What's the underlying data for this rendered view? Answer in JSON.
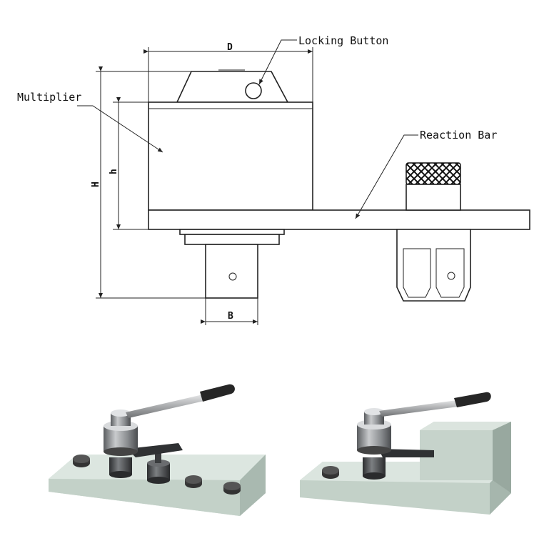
{
  "labels": {
    "locking_button": "Locking Button",
    "multiplier": "Multiplier",
    "reaction_bar": "Reaction Bar"
  },
  "dimensions": {
    "d": "D",
    "h_total": "H",
    "h_body": "h",
    "b": "B"
  },
  "colors": {
    "line": "#222222",
    "base_plate": "#cfdcd4",
    "base_plate_side": "#aebdb4",
    "metal": "#8a8d90",
    "metal_dark": "#3d3f42",
    "handle_grip": "#2a2a2a"
  }
}
